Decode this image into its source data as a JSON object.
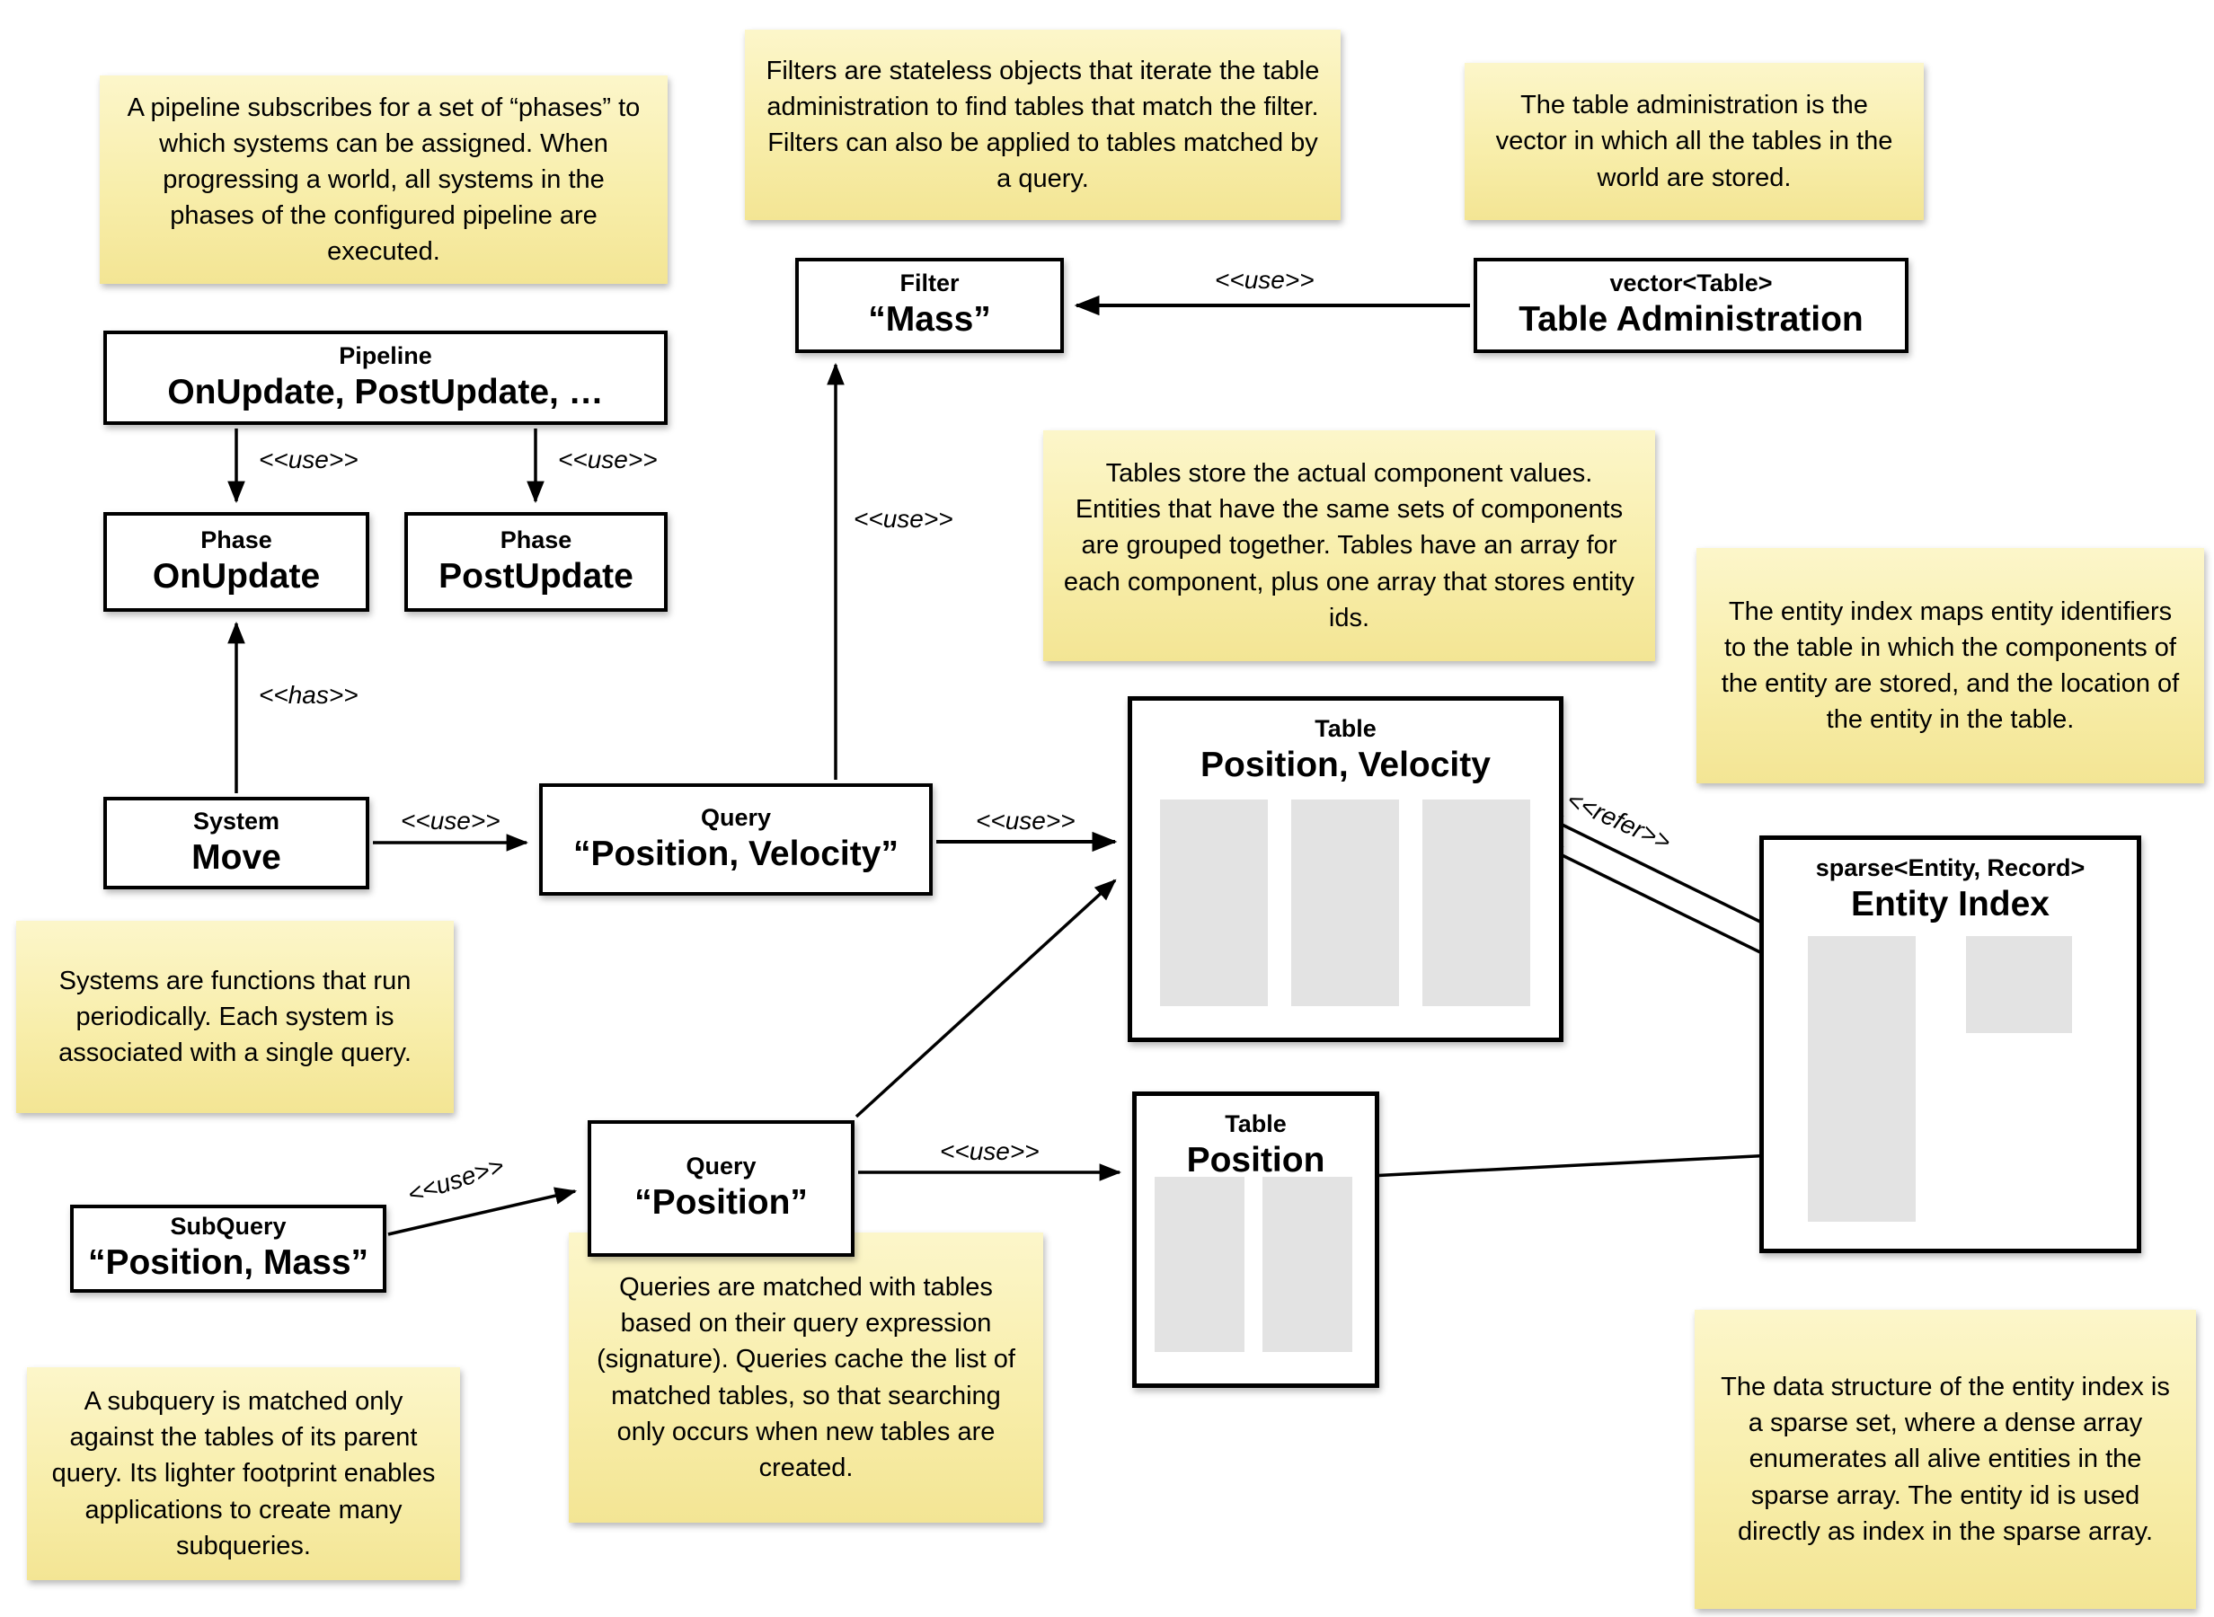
{
  "colors": {
    "background": "#ffffff",
    "note_gradient_top": "#fcf6ca",
    "note_gradient_bottom": "#f3e594",
    "box_border": "#000000",
    "array_fill": "#e3e3e3",
    "text": "#000000"
  },
  "notes": {
    "pipeline": {
      "text": "A pipeline subscribes for a set of “phases” to which systems can be assigned. When progressing a world, all systems in the phases of the configured pipeline are executed."
    },
    "filters": {
      "text": "Filters are stateless objects that iterate the table administration to find tables that match the filter. Filters can also be applied to tables matched by a query."
    },
    "table_administration": {
      "text": "The table administration is the vector in which all the tables in the world are stored."
    },
    "tables": {
      "text": "Tables store the actual component values. Entities that have the same sets of components are grouped together. Tables have an array for each component, plus one array that stores entity ids."
    },
    "entity_index": {
      "text": "The entity index maps entity identifiers to the table in which the components of the entity are stored, and the location of the entity in the table."
    },
    "systems": {
      "text": "Systems are functions that run periodically. Each system is associated with a single query."
    },
    "subquery": {
      "text": "A subquery is matched only against the tables of its parent query. Its lighter footprint enables applications to create many subqueries."
    },
    "queries": {
      "text": "Queries are matched with tables based on their query expression (signature). Queries cache the list of matched tables, so that searching only occurs when new tables are created."
    },
    "sparse_set": {
      "text": "The data structure of the entity index is a sparse set, where a dense array enumerates all alive entities in the sparse array. The entity id is used directly as index in the sparse array."
    }
  },
  "boxes": {
    "pipeline": {
      "title": "Pipeline",
      "name": "OnUpdate, PostUpdate, …"
    },
    "phase_onupdate": {
      "title": "Phase",
      "name": "OnUpdate"
    },
    "phase_postupdate": {
      "title": "Phase",
      "name": "PostUpdate"
    },
    "system_move": {
      "title": "System",
      "name": "Move"
    },
    "query_position_velocity": {
      "title": "Query",
      "name": "“Position, Velocity”"
    },
    "filter_mass": {
      "title": "Filter",
      "name": "“Mass”"
    },
    "table_administration": {
      "title": "vector<Table>",
      "name": "Table Administration"
    },
    "table_position_velocity": {
      "title": "Table",
      "name": "Position, Velocity"
    },
    "table_position": {
      "title": "Table",
      "name": "Position"
    },
    "query_position": {
      "title": "Query",
      "name": "“Position”"
    },
    "subquery_position_mass": {
      "title": "SubQuery",
      "name": "“Position, Mass”"
    },
    "entity_index": {
      "title": "sparse<Entity, Record>",
      "name": "Entity Index"
    }
  },
  "edge_labels": {
    "use_pipeline_onupdate": "<<use>>",
    "use_pipeline_postupdate": "<<use>>",
    "has_system_phase": "<<has>>",
    "use_system_query": "<<use>>",
    "use_query_filter": "<<use>>",
    "use_tableadmin_filter": "<<use>>",
    "use_querypv_tablepv": "<<use>>",
    "use_querypos_tablepos": "<<use>>",
    "use_subquery_querypos": "<<use>>",
    "refer_entityindex_tablepv": "<<refer>>"
  }
}
